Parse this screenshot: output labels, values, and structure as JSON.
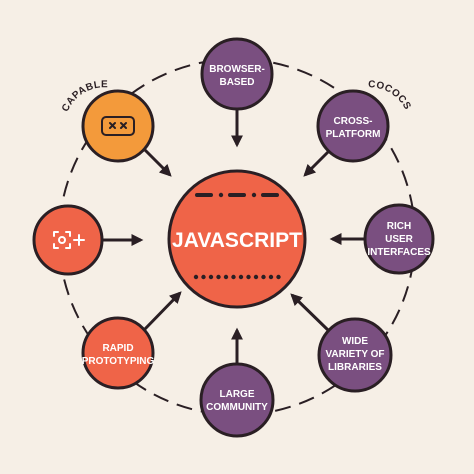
{
  "center": {
    "title": "JAVASCRIPT",
    "color": "#ef6448"
  },
  "nodes": [
    {
      "id": "browser-based",
      "lines": [
        "BROWSER-",
        "BASED"
      ],
      "color": "#7a4f80"
    },
    {
      "id": "cross-platform",
      "lines": [
        "CROSS-",
        "PLATFORM"
      ],
      "color": "#7a4f80"
    },
    {
      "id": "rich-ui",
      "lines": [
        "RICH",
        "USER",
        "INTERFACES"
      ],
      "color": "#7a4f80"
    },
    {
      "id": "libraries",
      "lines": [
        "WIDE",
        "VARIETY OF",
        "LIBRARIES"
      ],
      "color": "#7a4f80"
    },
    {
      "id": "community",
      "lines": [
        "LARGE",
        "COMMUNITY"
      ],
      "color": "#7a4f80"
    },
    {
      "id": "rapid-prototyping",
      "lines": [
        "RAPID",
        "PROTOTYPING"
      ],
      "color": "#ef6448"
    },
    {
      "id": "integration",
      "lines": [],
      "icon": "puzzle-nodes-icon",
      "color": "#ef6448"
    },
    {
      "id": "capable",
      "lines": [],
      "icon": "code-x-icon",
      "color": "#f39a3b"
    }
  ],
  "curved_labels": {
    "left": "CAPABLE",
    "right": "COCOCS"
  },
  "colors": {
    "outline": "#2a1f24",
    "background": "#f6efe6"
  }
}
